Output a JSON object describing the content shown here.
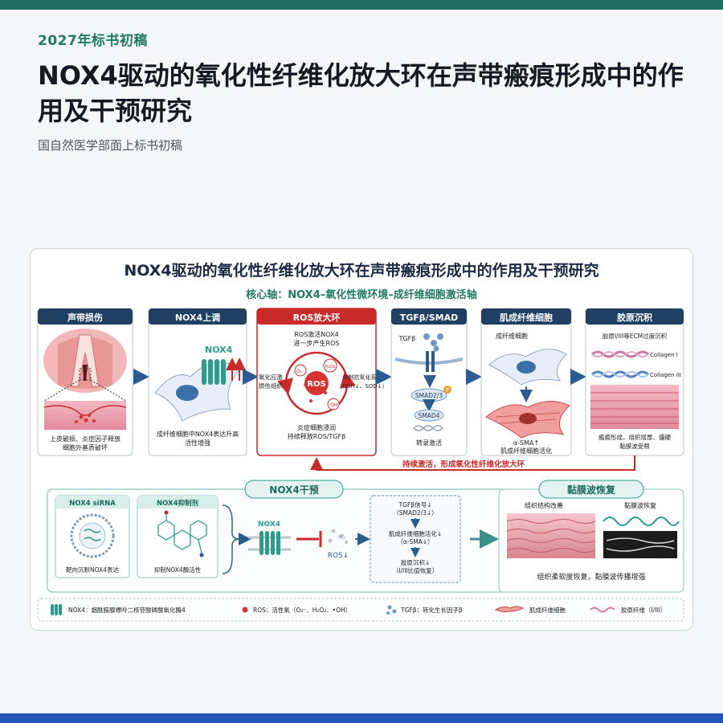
{
  "page": {
    "tag": "2027年标书初稿",
    "title": "NOX4驱动的氧化性纤维化放大环在声带瘢痕形成中的作用及干预研究",
    "subtitle": "国自然医学部面上标书初稿"
  },
  "colors": {
    "accent_green": "#217b61",
    "panel_header": "#1f3f63",
    "ros_red": "#c92a2a",
    "teal": "#2a9d8f",
    "bottom_bar": "#2257b8"
  },
  "figure": {
    "title": "NOX4驱动的氧化性纤维化放大环在声带瘢痕形成中的作用及干预研究",
    "axis": "核心轴：NOX4–氧化性微环境–成纤维细胞激活轴",
    "panels": [
      {
        "header": "声带损伤",
        "caption1": "上皮破损、炎症因子释放",
        "caption2": "细胞外基质破坏"
      },
      {
        "header": "NOX4上调",
        "label": "NOX4",
        "caption1": "成纤维细胞中NOX4表达升高",
        "caption2": "活性增强"
      },
      {
        "header": "ROS放大环",
        "center": "ROS",
        "top1": "ROS激活NOX4",
        "top2": "进一步产生ROS",
        "left1": "氧化应激",
        "left2": "损伤组织",
        "right1": "抑制抗氧化系统",
        "right2": "（GSH↓、SOD↓）",
        "bottom1": "炎症细胞浸润",
        "bottom2": "持续释放ROS/TGFβ",
        "o2": "O₂⁻",
        "h2o2": "H₂O₂",
        "oh": "·OH"
      },
      {
        "header": "TGFβ/SMAD",
        "ligand": "TGFβ",
        "smad23": "SMAD2/3",
        "p": "P",
        "smad4": "SMAD4",
        "caption": "转录激活"
      },
      {
        "header": "肌成纤维细胞",
        "top": "成纤维细胞",
        "caption1": "α-SMA↑",
        "caption2": "肌成纤维细胞活化"
      },
      {
        "header": "胶原沉积",
        "top": "胶原I/III等ECM过度沉积",
        "col1": "Collagen I",
        "col3": "Collagen III",
        "caption1": "瘢痕形成，组织增厚、僵硬",
        "caption2": "黏膜波受限"
      }
    ],
    "feedback": "持续激活，形成氧化性纤维化放大环",
    "intervention": {
      "header": "NOX4干预",
      "sirna_header": "NOX4 siRNA",
      "sirna_caption": "靶向沉默NOX4表达",
      "inhibitor_header": "NOX4抑制剂",
      "inhibitor_caption": "抑制NOX4酶活性",
      "target_label": "NOX4",
      "ros_down": "ROS↓",
      "ro": "RO",
      "outcomes": [
        "TGFβ信号↓",
        "（SMAD2/3↓）",
        "肌成纤维细胞活化↓",
        "（α-SMA↓）",
        "胶原沉积↓",
        "（I/III比值恢复）"
      ]
    },
    "recovery": {
      "header": "黏膜波恢复",
      "left_label": "组织结构改善",
      "right_label": "黏膜波恢复",
      "caption": "组织柔软度恢复，黏膜波传播增强"
    },
    "legend": [
      {
        "icon": "nox4-icon",
        "text": "NOX4：烟酰胺腺嘌呤二核苷酸磷酸氧化酶4"
      },
      {
        "icon": "ros-dot-icon",
        "text": "ROS：活性氧（O₂⁻、H₂O₂、•OH）"
      },
      {
        "icon": "tgfb-icon",
        "text": "TGFβ：转化生长因子β"
      },
      {
        "icon": "myofibroblast-icon",
        "text": "肌成纤维细胞"
      },
      {
        "icon": "collagen-fiber-icon",
        "text": "胶原纤维（I/III）"
      }
    ]
  }
}
